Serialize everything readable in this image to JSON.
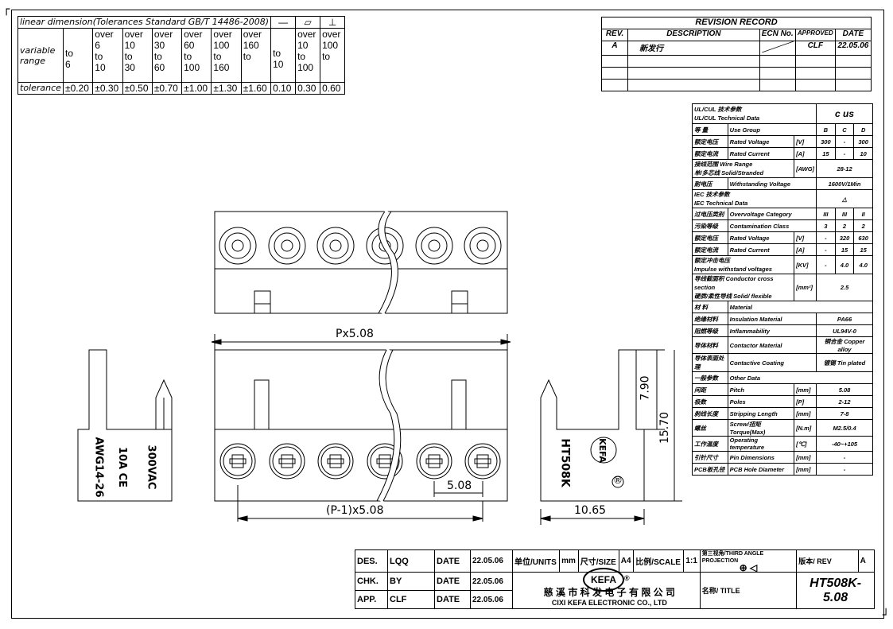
{
  "tolerance_table": {
    "header": "linear  dimension(Tolerances Standard GB/T 14486-2008)",
    "symbols": [
      "—",
      "▱",
      "⊥"
    ],
    "row_label_range": "variable range",
    "ranges": [
      [
        "",
        "to",
        "6"
      ],
      [
        "over",
        "6",
        "to",
        "10"
      ],
      [
        "over",
        "10",
        "to",
        "30"
      ],
      [
        "over",
        "30",
        "to",
        "60"
      ],
      [
        "over",
        "60",
        "to",
        "100"
      ],
      [
        "over",
        "100",
        "to",
        "160"
      ],
      [
        "over",
        "160",
        "to",
        ""
      ],
      [
        "",
        "to",
        "10"
      ],
      [
        "over",
        "10",
        "to",
        "100"
      ],
      [
        "over",
        "100",
        "to",
        ""
      ]
    ],
    "row_label_tolerance": "tolerance",
    "tolerances": [
      "±0.20",
      "±0.30",
      "±0.50",
      "±0.70",
      "±1.00",
      "±1.30",
      "±1.60",
      "0.10",
      "0.30",
      "0.60"
    ]
  },
  "revision": {
    "title": "REVISION  RECORD",
    "headers": [
      "REV.",
      "DESCRIPTION",
      "ECN No.",
      "APPROVED",
      "DATE"
    ],
    "rows": [
      [
        "A",
        "新发行",
        "",
        "CLF",
        "22.05.06"
      ]
    ]
  },
  "spec": {
    "ul_cn": "UL/CUL  技术参数",
    "ul_en": "UL/CUL  Technical Data",
    "ul_mark": "c  us",
    "use_group": [
      "等 量",
      "Use Group",
      "B",
      "C",
      "D"
    ],
    "rated_voltage": [
      "额定电压",
      "Rated Voltage",
      "[V]",
      "300",
      "-",
      "300"
    ],
    "rated_current": [
      "额定电流",
      "Rated Current",
      "[A]",
      "15",
      "-",
      "10"
    ],
    "wire_range_cn": "接线范围  Wire Range",
    "wire_range_en": "单/多芯线  Solid/Stranded",
    "wire_unit": "[AWG]",
    "wire_value": "28-12",
    "withstand": [
      "耐电压",
      "Withstanding Voltage",
      "1600V/1Min"
    ],
    "iec_cn": "IEC  技术参数",
    "iec_en": "IEC  Technical Data",
    "overvoltage": [
      "过电压类别",
      "Overvoltage Category",
      "III",
      "III",
      "II"
    ],
    "contamination": [
      "污染等级",
      "Contamination Class",
      "3",
      "2",
      "2"
    ],
    "iec_voltage": [
      "额定电压",
      "Rated Voltage",
      "[V]",
      "-",
      "320",
      "630"
    ],
    "iec_current": [
      "额定电流",
      "Rated Current",
      "[A]",
      "-",
      "15",
      "15"
    ],
    "impulse_cn": "额定冲击电压",
    "impulse_en": "Impulse withstand voltages",
    "impulse_unit": "[KV]",
    "impulse_vals": [
      "-",
      "4.0",
      "4.0"
    ],
    "cross_cn": "导线截面积  Conductor cross section",
    "cross_en": "硬质/柔性导线  Solid/ flexible",
    "cross_unit": "[mm²]",
    "cross_value": "2.5",
    "material_hdr": [
      "材 料",
      "Material"
    ],
    "insulation": [
      "绝缘材料",
      "Insulation Material",
      "PA66"
    ],
    "flammability": [
      "阻燃等级",
      "Inflammability",
      "UL94V-0"
    ],
    "contactor": [
      "导体材料",
      "Contactor Material",
      "铜合金 Copper alloy"
    ],
    "coating": [
      "导体表面处理",
      "Contactive Coating",
      "镀锡 Tin plated"
    ],
    "other_hdr": [
      "一般参数",
      "Other Data"
    ],
    "pitch": [
      "间距",
      "Pitch",
      "[mm]",
      "5.08"
    ],
    "poles": [
      "极数",
      "Poles",
      "[P]",
      "2-12"
    ],
    "strip": [
      "剥线长度",
      "Stripping Length",
      "[mm]",
      "7-8"
    ],
    "screw": [
      "螺丝",
      "Screw/扭矩 Torque(Max)",
      "[N.m]",
      "M2.5/0.4"
    ],
    "temp": [
      "工作温度",
      "Operating temperature",
      "[℃]",
      "-40~+105"
    ],
    "pin": [
      "引针尺寸",
      "Pin Dimensions",
      "[mm]",
      "-"
    ],
    "pcb": [
      "PCB板孔径",
      "PCB Hole Diameter",
      "[mm]",
      "-"
    ]
  },
  "drawing": {
    "px_label": "Px5.08",
    "pitch_label": "5.08",
    "span_label": "(P-1)x5.08",
    "dim_790": "7.90",
    "dim_1570": "15.70",
    "dim_1065": "10.65",
    "side_text_1": "300VAC",
    "side_text_2": "10A  CE",
    "side_text_3": "AWG14-26",
    "model_text": "HT508K",
    "brand_text": "KEFA",
    "reg_mark": "®"
  },
  "title_block": {
    "des": [
      "DES.",
      "LQQ",
      "DATE",
      "22.05.06"
    ],
    "chk": [
      "CHK.",
      "BY",
      "DATE",
      "22.05.06"
    ],
    "app": [
      "APP.",
      "CLF",
      "DATE",
      "22.05.06"
    ],
    "units_label": "单位/UNITS",
    "units_val": "mm",
    "size_label": "尺寸/SIZE",
    "size_val": "A4",
    "scale_label": "比例/SCALE",
    "scale_val": "1:1",
    "projection": "第三视角/THIRD ANGLE PROJECTION",
    "rev_label": "版本/ REV",
    "rev_val": "A",
    "company_cn": "慈 溪 市 科 发 电 子 有 限 公 司",
    "company_en": "CIXI KEFA ELECTRONIC CO., LTD",
    "logo": "KEFA",
    "logo_reg": "®",
    "title_label": "名称/ TITLE",
    "title_val": "HT508K-5.08"
  }
}
